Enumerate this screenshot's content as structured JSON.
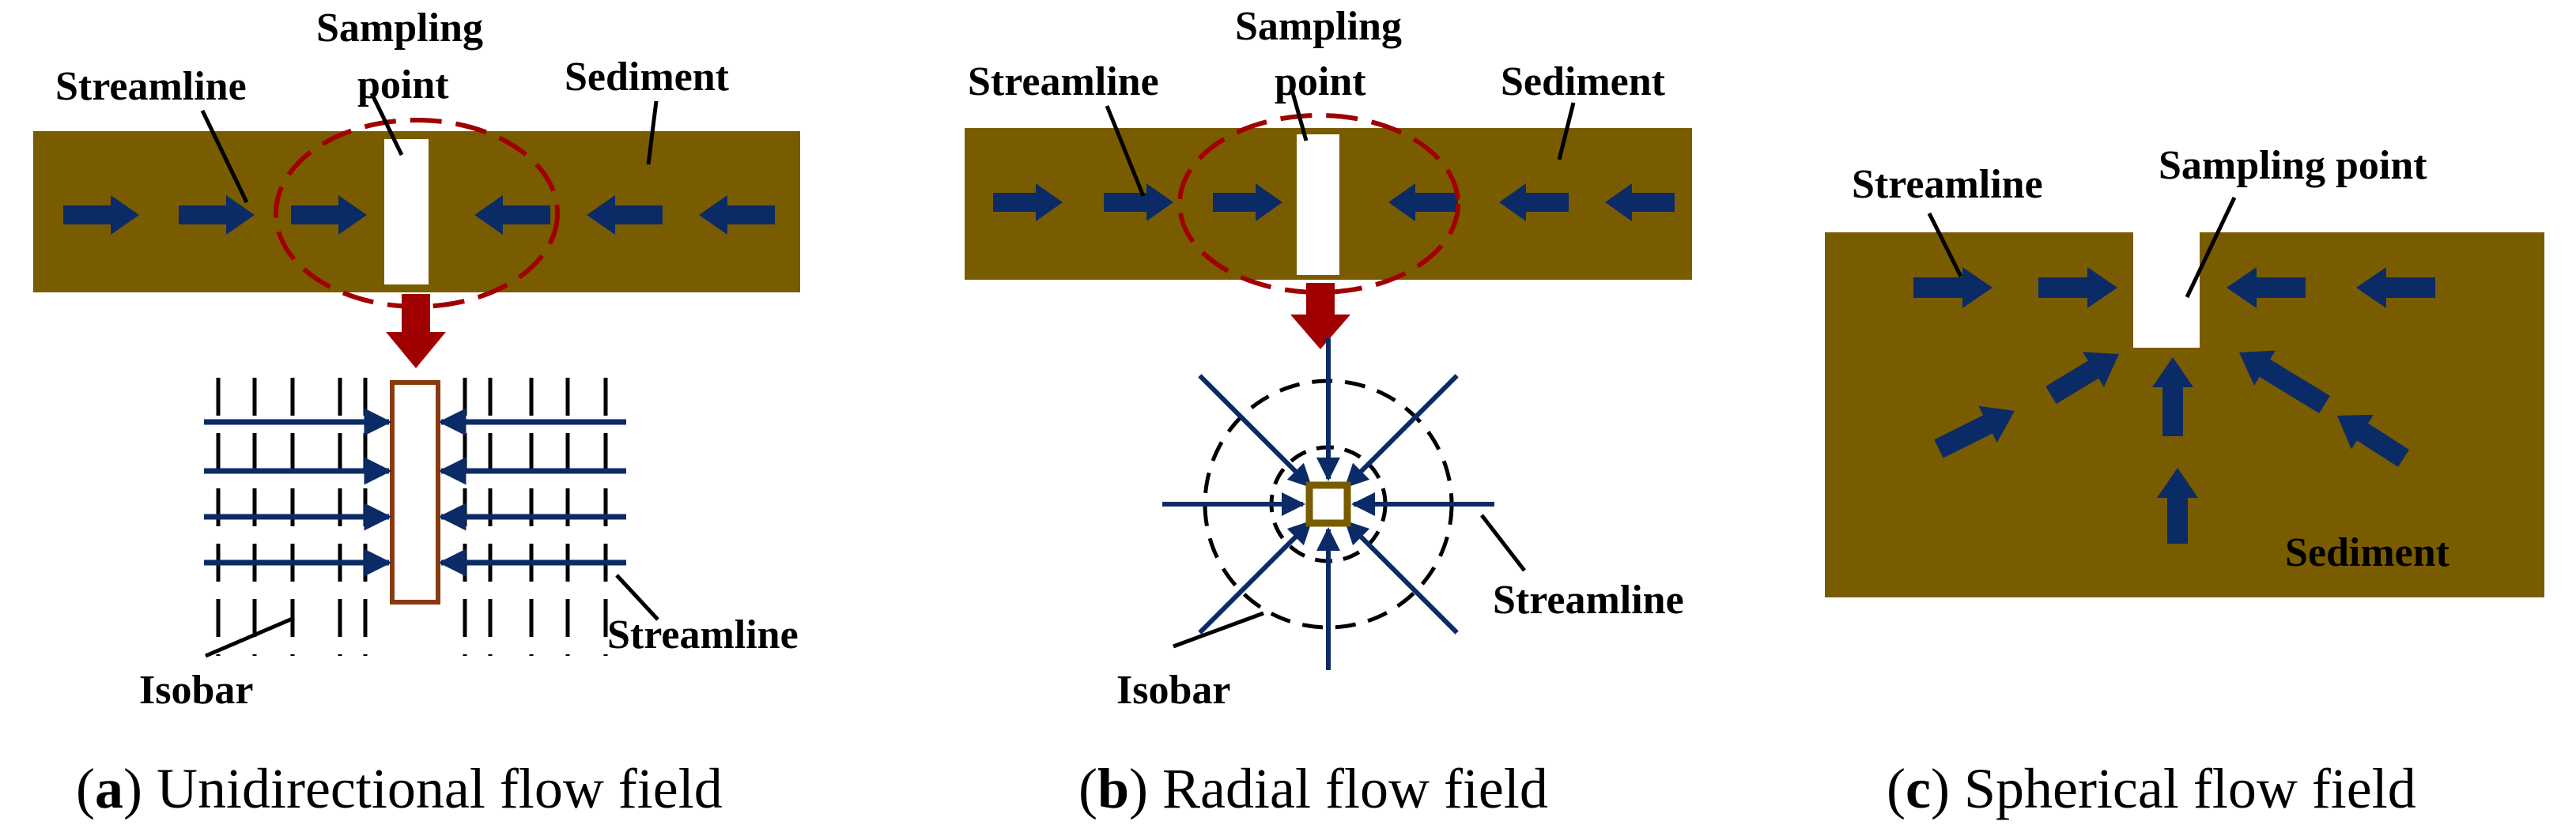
{
  "colors": {
    "sediment": "#7a5c00",
    "arrow": "#0b2b66",
    "accent_red": "#a00000",
    "sampler_outline": "#8a3a10",
    "dashed": "#000000"
  },
  "panels": [
    {
      "id": "a",
      "labels": {
        "streamline_top": "Streamline",
        "sampling_line1": "Sampling",
        "sampling_line2": "point",
        "sediment": "Sediment",
        "isobar": "Isobar",
        "streamline_bottom": "Streamline"
      },
      "caption": {
        "letter": "a",
        "text": "Unidirectional flow field"
      }
    },
    {
      "id": "b",
      "labels": {
        "streamline_top": "Streamline",
        "sampling_line1": "Sampling",
        "sampling_line2": "point",
        "sediment": "Sediment",
        "isobar": "Isobar",
        "streamline_bottom": "Streamline"
      },
      "caption": {
        "letter": "b",
        "text": "Radial flow field"
      }
    },
    {
      "id": "c",
      "labels": {
        "streamline": "Streamline",
        "sampling": "Sampling point",
        "sediment": "Sediment"
      },
      "caption": {
        "letter": "c",
        "text": "Spherical flow field"
      }
    }
  ]
}
